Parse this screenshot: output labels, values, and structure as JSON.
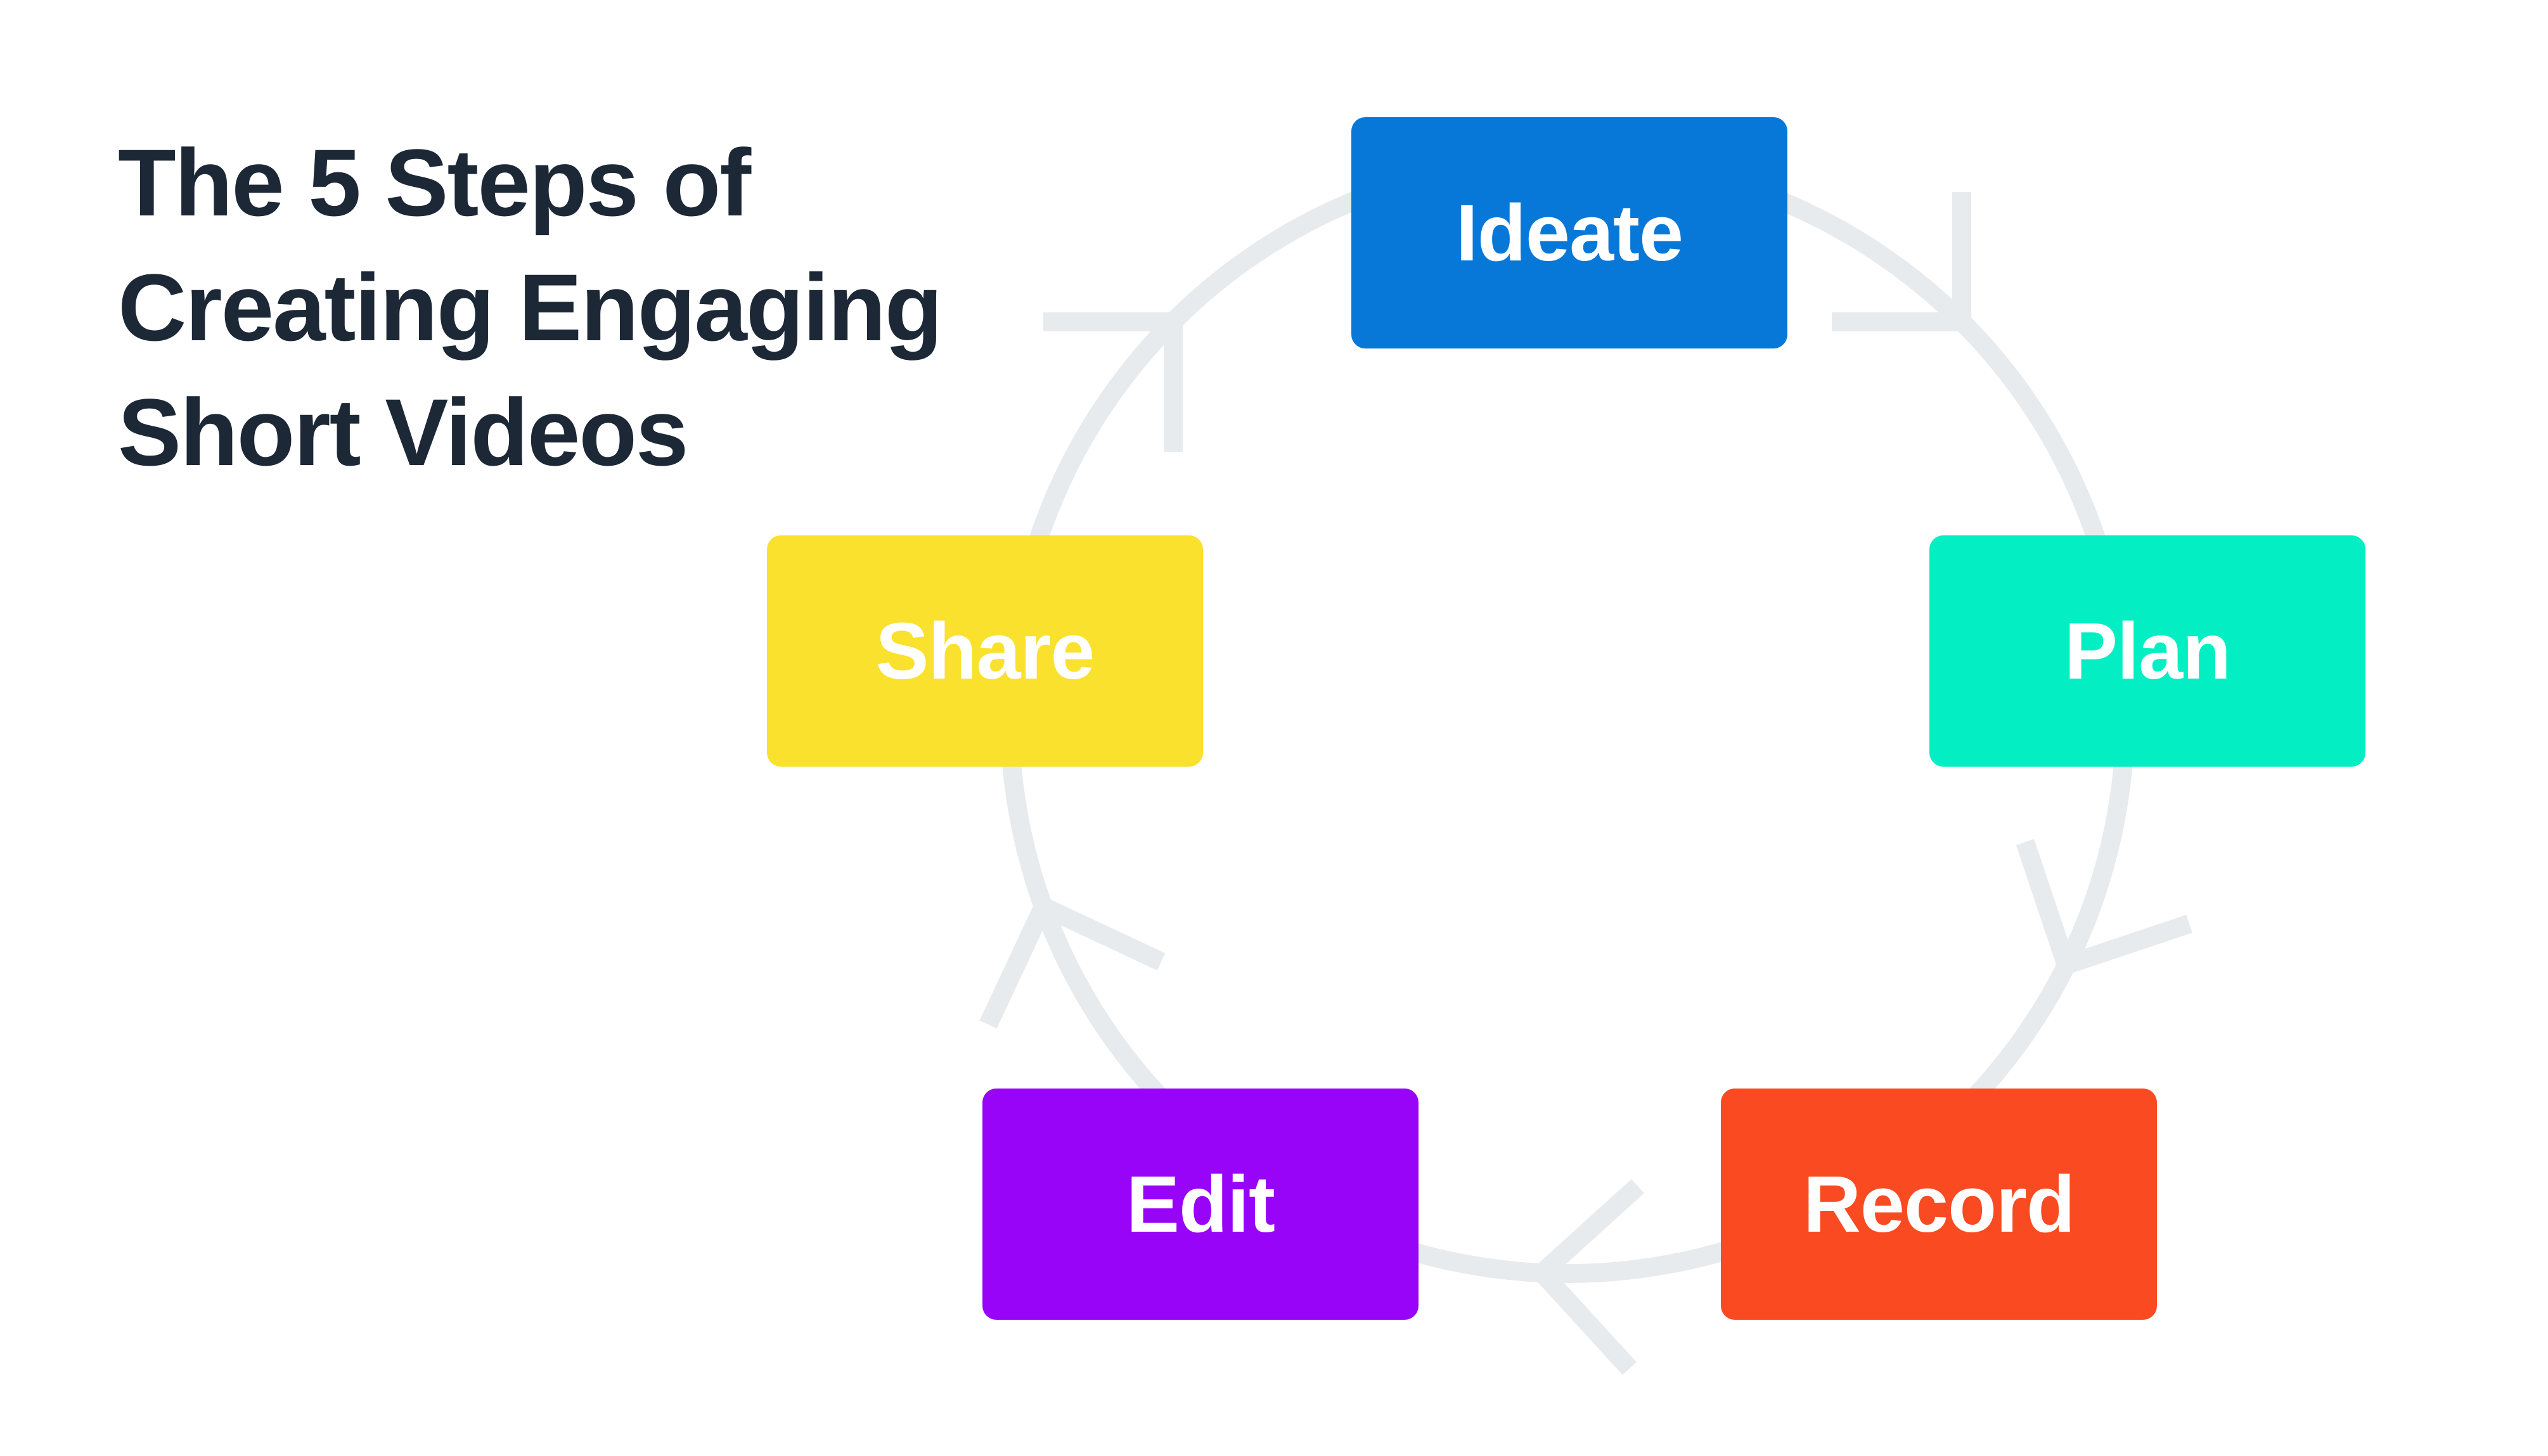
{
  "page": {
    "background_color": "#ffffff"
  },
  "title": {
    "text": "The 5 Steps of Creating Engaging Short Videos",
    "lines": [
      "The 5 Steps of",
      "Creating Engaging",
      "Short Videos"
    ],
    "color": "#1d2837"
  },
  "diagram": {
    "type": "cycle",
    "direction": "clockwise",
    "ring_color": "#e8ebed",
    "label_color": "#ffffff",
    "steps": [
      {
        "label": "Ideate",
        "color": "#0878d8",
        "position": "top"
      },
      {
        "label": "Plan",
        "color": "#03eec3",
        "position": "right"
      },
      {
        "label": "Record",
        "color": "#fa4a22",
        "position": "bottom-right"
      },
      {
        "label": "Edit",
        "color": "#9804f8",
        "position": "bottom-left"
      },
      {
        "label": "Share",
        "color": "#f9e12d",
        "position": "left"
      }
    ]
  }
}
